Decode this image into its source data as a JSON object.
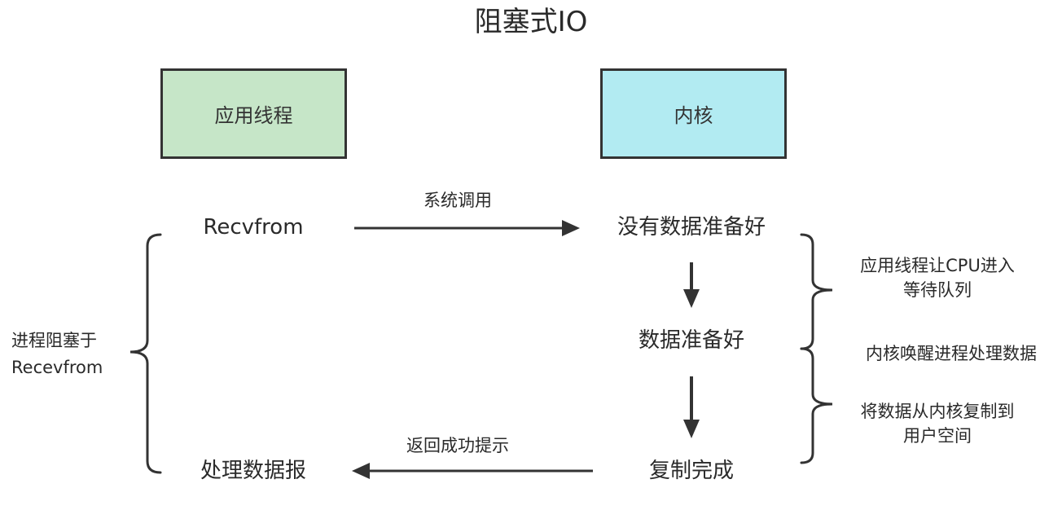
{
  "title": "阻塞式IO",
  "boxes": {
    "app": {
      "label": "应用线程",
      "fill": "#c6e6c8"
    },
    "kernel": {
      "label": "内核",
      "fill": "#b2ebf2"
    }
  },
  "nodes": {
    "recvfrom": "Recvfrom",
    "not_ready": "没有数据准备好",
    "ready": "数据准备好",
    "copy_done": "复制完成",
    "process": "处理数据报"
  },
  "edges": {
    "syscall": "系统调用",
    "return_ok": "返回成功提示"
  },
  "notes": {
    "cpu_line1": "应用线程让CPU进入",
    "cpu_line2": "等待队列",
    "wakeup": "内核唤醒进程处理数据",
    "copy_line1": "将数据从内核复制到",
    "copy_line2": "用户空间"
  },
  "left_note": {
    "line1": "进程阻塞于",
    "line2": "Recevfrom"
  },
  "colors": {
    "stroke": "#333333",
    "text": "#2a2a2a"
  }
}
